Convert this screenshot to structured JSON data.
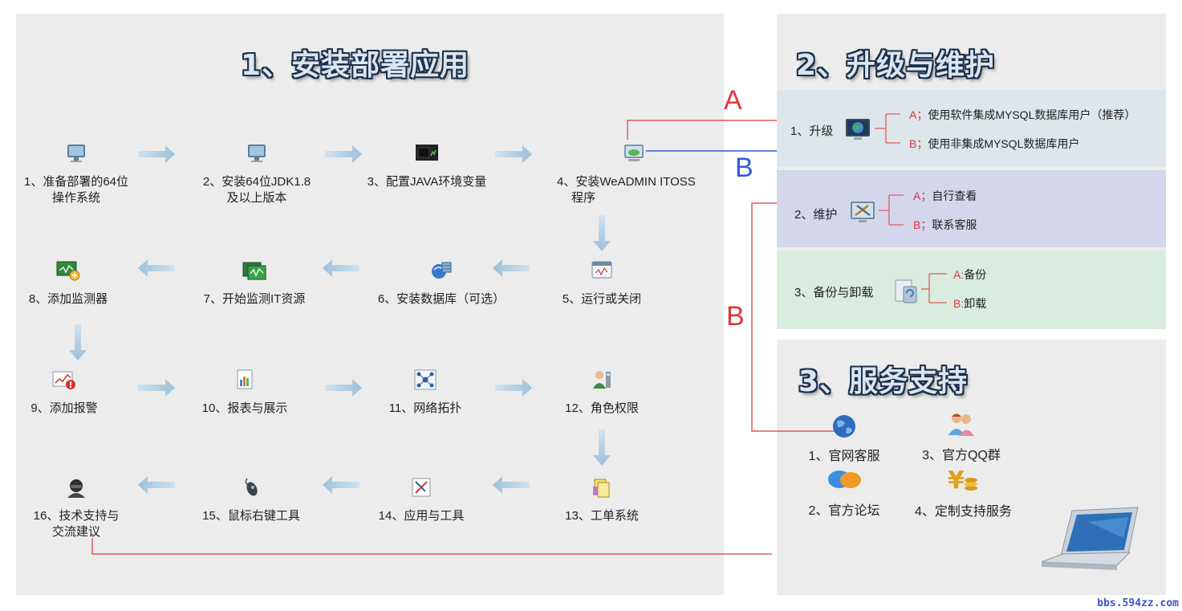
{
  "section1": {
    "title": "1、安装部署应用",
    "steps": [
      {
        "label": "1、准备部署的64位",
        "sub": "操作系统",
        "icon": "monitor-icon"
      },
      {
        "label": "2、安装64位JDK1.8",
        "sub": "及以上版本",
        "icon": "monitor-icon"
      },
      {
        "label": "3、配置JAVA环境变量",
        "sub": "",
        "icon": "terminal-icon"
      },
      {
        "label": "4、安装WeADMIN ITOSS",
        "sub": "程序",
        "icon": "install-icon"
      },
      {
        "label": "5、运行或关闭",
        "sub": "",
        "icon": "window-icon"
      },
      {
        "label": "6、安装数据库（可选）",
        "sub": "",
        "icon": "database-icon"
      },
      {
        "label": "7、开始监测IT资源",
        "sub": "",
        "icon": "monitor-screens-icon"
      },
      {
        "label": "8、添加监测器",
        "sub": "",
        "icon": "add-monitor-icon"
      },
      {
        "label": "9、添加报警",
        "sub": "",
        "icon": "alarm-chart-icon"
      },
      {
        "label": "10、报表与展示",
        "sub": "",
        "icon": "report-icon"
      },
      {
        "label": "11、网络拓扑",
        "sub": "",
        "icon": "topology-icon"
      },
      {
        "label": "12、角色权限",
        "sub": "",
        "icon": "user-role-icon"
      },
      {
        "label": "13、工单系统",
        "sub": "",
        "icon": "ticket-icon"
      },
      {
        "label": "14、应用与工具",
        "sub": "",
        "icon": "tools-icon"
      },
      {
        "label": "15、鼠标右键工具",
        "sub": "",
        "icon": "mouse-icon"
      },
      {
        "label": "16、技术支持与",
        "sub": "交流建议",
        "icon": "support-agent-icon"
      }
    ]
  },
  "section2": {
    "title": "2、升级与维护",
    "upgrade": {
      "label": "1、升级",
      "options": [
        {
          "tag": "A；",
          "text": "使用软件集成MYSQL数据库用户（推荐）"
        },
        {
          "tag": "B；",
          "text": "使用非集成MYSQL数据库用户"
        }
      ]
    },
    "maintain": {
      "label": "2、维护",
      "options": [
        {
          "tag": "A；",
          "text": "自行查看"
        },
        {
          "tag": "B；",
          "text": "联系客服"
        }
      ]
    },
    "backup": {
      "label": "3、备份与卸载",
      "options": [
        {
          "tag": "A:",
          "text": "备份"
        },
        {
          "tag": "B:",
          "text": "卸载"
        }
      ]
    }
  },
  "connectors": {
    "a_label": "A",
    "b_label": "B",
    "b2_label": "B",
    "colors": {
      "red": "#e05a5e",
      "blue": "#2f5bd8"
    }
  },
  "section3": {
    "title": "3、服务支持",
    "items": [
      {
        "label": "1、官网客服",
        "icon": "globe-icon"
      },
      {
        "label": "3、官方QQ群",
        "icon": "qq-users-icon"
      },
      {
        "label": "2、官方论坛",
        "icon": "chat-bubbles-icon"
      },
      {
        "label": "4、定制支持服务",
        "icon": "yen-coins-icon"
      }
    ]
  },
  "watermark": "bbs.594zz.com"
}
